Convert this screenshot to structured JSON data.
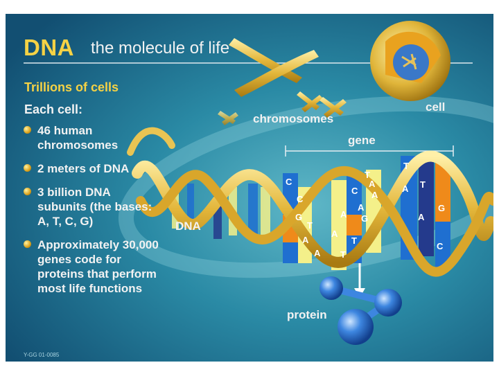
{
  "title": {
    "highlight": "DNA",
    "rest": "the molecule of life"
  },
  "subheading": "Trillions of cells",
  "intro": "Each cell:",
  "bullets": [
    "46 human chromosomes",
    "2 meters of DNA",
    "3 billion DNA subunits (the bases: A, T, C, G)",
    "Approximately 30,000 genes code for proteins that perform most life functions"
  ],
  "labels": {
    "chromosomes": "chromosomes",
    "cell": "cell",
    "gene": "gene",
    "dna": "DNA",
    "protein": "protein"
  },
  "base_letters": [
    "C",
    "C",
    "G",
    "T",
    "A",
    "A",
    "T",
    "A",
    "T",
    "C",
    "A",
    "A",
    "G",
    "A",
    "T",
    "A",
    "T",
    "T",
    "A",
    "G",
    "A",
    "C"
  ],
  "credit": "Y-GG 01-0085",
  "colors": {
    "background": "#1c6e8c",
    "title_accent": "#f5d245",
    "helix_gold": "#e8c14a",
    "base_blue": "#1f6fd0",
    "base_yellow": "#f4f08a",
    "base_orange": "#ef8a1a",
    "base_navy": "#243a8c",
    "protein_blue": "#3d86e0"
  }
}
